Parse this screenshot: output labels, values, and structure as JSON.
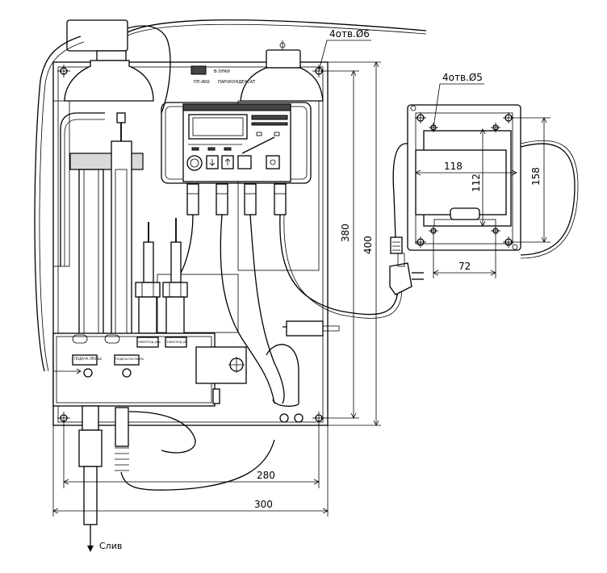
{
  "dimensions": {
    "holes_main": "4отв.Ø6",
    "holes_box": "4отв.Ø5",
    "width_holes": "280",
    "width_total": "300",
    "height_holes": "380",
    "height_total": "400",
    "box_width": "118",
    "box_height": "112",
    "box_holes_width": "72",
    "box_total_height": "158"
  },
  "labels": {
    "drain": "Слив",
    "sample_inlet": "ПОДАЧА ПРОБЫ",
    "solution_inlet": "ПОДАЧА РАСТВОРА",
    "electrode_pna": "ЭЛЕКТРОД pNa",
    "electrode_pk": "ЭЛЕКТРОД pK"
  },
  "device": {
    "title": "ПП-ИИ2",
    "subtitle": "ПАРОКОНДЕНСАТ"
  }
}
